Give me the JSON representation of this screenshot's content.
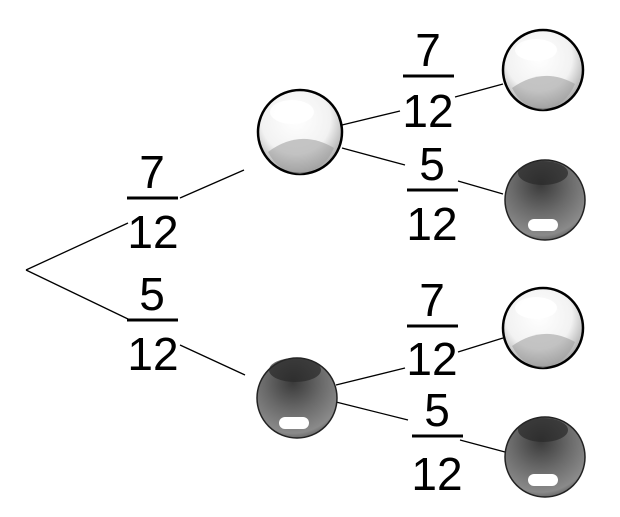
{
  "tree": {
    "first_level": {
      "white_branch": {
        "numerator": "7",
        "denominator": "12"
      },
      "dark_branch": {
        "numerator": "5",
        "denominator": "12"
      }
    },
    "second_level": {
      "after_white": {
        "white_branch": {
          "numerator": "7",
          "denominator": "12"
        },
        "dark_branch": {
          "numerator": "5",
          "denominator": "12"
        }
      },
      "after_dark": {
        "white_branch": {
          "numerator": "7",
          "denominator": "12"
        },
        "dark_branch": {
          "numerator": "5",
          "denominator": "12"
        }
      }
    }
  },
  "colors": {
    "line": "#000000",
    "white_ball": "#f4f4f4",
    "dark_ball": "#5a5a5a"
  }
}
